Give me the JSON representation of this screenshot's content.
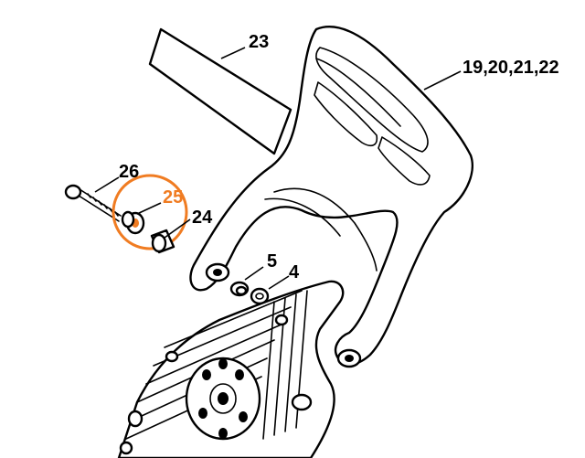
{
  "labels": {
    "part_23": "23",
    "part_19_22": "19,20,21,22",
    "part_26": "26",
    "part_25": "25",
    "part_24": "24",
    "part_5": "5",
    "part_4": "4"
  },
  "colors": {
    "highlight": "#f07c22",
    "line": "#000000",
    "background": "#ffffff"
  }
}
